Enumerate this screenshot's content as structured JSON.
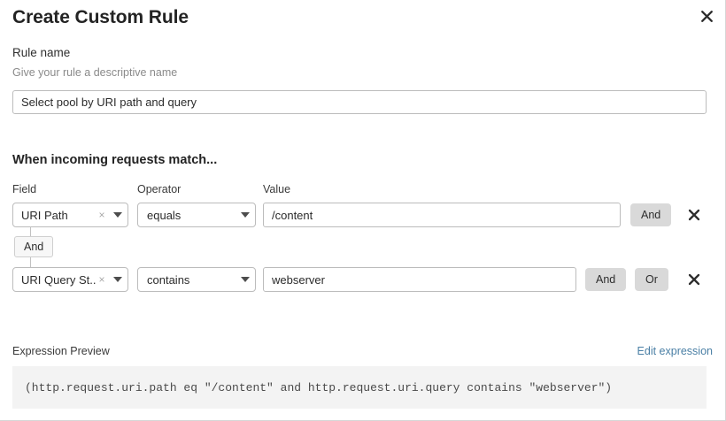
{
  "modal": {
    "title": "Create Custom Rule",
    "close_icon": "close-icon"
  },
  "rule_name": {
    "label": "Rule name",
    "description": "Give your rule a descriptive name",
    "value": "Select pool by URI path and query",
    "placeholder": "Select pool by URI path and query"
  },
  "conditions_section": {
    "heading": "When incoming requests match...",
    "columns": {
      "field": "Field",
      "operator": "Operator",
      "value": "Value"
    },
    "connector_badge": "And",
    "rows": [
      {
        "field": "URI Path",
        "clear_icon": "clear-icon",
        "caret_icon": "chevron-down-icon",
        "operator": "equals",
        "value": "/content",
        "logic_buttons": [
          "And"
        ],
        "delete_icon": "close-icon"
      },
      {
        "field": "URI Query St...",
        "clear_icon": "clear-icon",
        "caret_icon": "chevron-down-icon",
        "operator": "contains",
        "value": "webserver",
        "logic_buttons": [
          "And",
          "Or"
        ],
        "delete_icon": "close-icon"
      }
    ]
  },
  "expression_preview": {
    "label": "Expression Preview",
    "edit_link": "Edit expression",
    "expression": "(http.request.uri.path eq \"/content\" and http.request.uri.query contains \"webserver\")"
  },
  "colors": {
    "link": "#4a7fa5",
    "logic_button_bg": "#d9d9d9",
    "preview_bg": "#f3f3f3",
    "border": "#bcbcbc"
  }
}
